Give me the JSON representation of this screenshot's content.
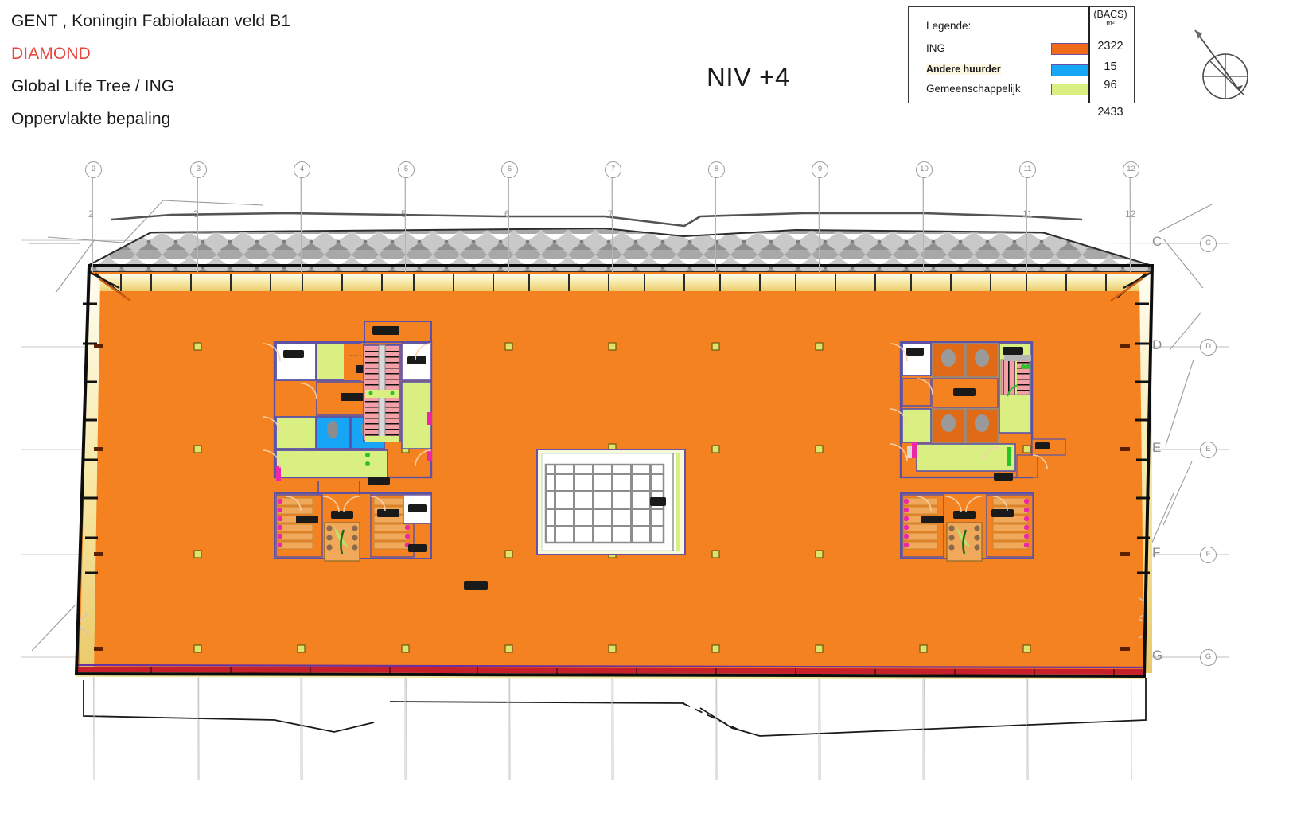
{
  "title_block": {
    "line1": "GENT , Koningin Fabiolalaan veld B1",
    "line2": "DIAMOND",
    "line3": "Global Life Tree  /    ING",
    "line4": "Oppervlakte bepaling"
  },
  "sheet": {
    "level_title": "NIV +4"
  },
  "legend": {
    "heading": "Legende:",
    "unit_header": "(BACS)",
    "unit_sub": "m²",
    "rows": [
      {
        "label": "ING",
        "color": "#ee6b19",
        "value": "2322"
      },
      {
        "label": "Andere huurder",
        "color": "#17a6f5",
        "value": "15"
      },
      {
        "label": "Gemeenschappelijk",
        "color": "#d9ef82",
        "value": "96"
      }
    ],
    "total": "2433"
  },
  "plan": {
    "column_grid": [
      "2",
      "3",
      "4",
      "5",
      "6",
      "7",
      "8",
      "9",
      "10",
      "11",
      "12"
    ],
    "column_grid_secondary": [
      "2",
      "3",
      "5",
      "6",
      "7",
      "11",
      "12"
    ],
    "row_grid": [
      "C",
      "D",
      "E",
      "F",
      "G"
    ],
    "row_grid_left": [
      "D",
      "E",
      "F"
    ],
    "colors": {
      "ing_fill": "#f58220",
      "other_tenant": "#17a6f5",
      "common": "#d9ef82",
      "wall": "#5a52a8",
      "outline": "#111111",
      "roof_hatch": "#9d9d9d",
      "facade_yellow": "#f5e9a8",
      "sanitary": "#ec27a8",
      "edge_red": "#c8202a"
    },
    "north_arrow": "north-arrow"
  }
}
